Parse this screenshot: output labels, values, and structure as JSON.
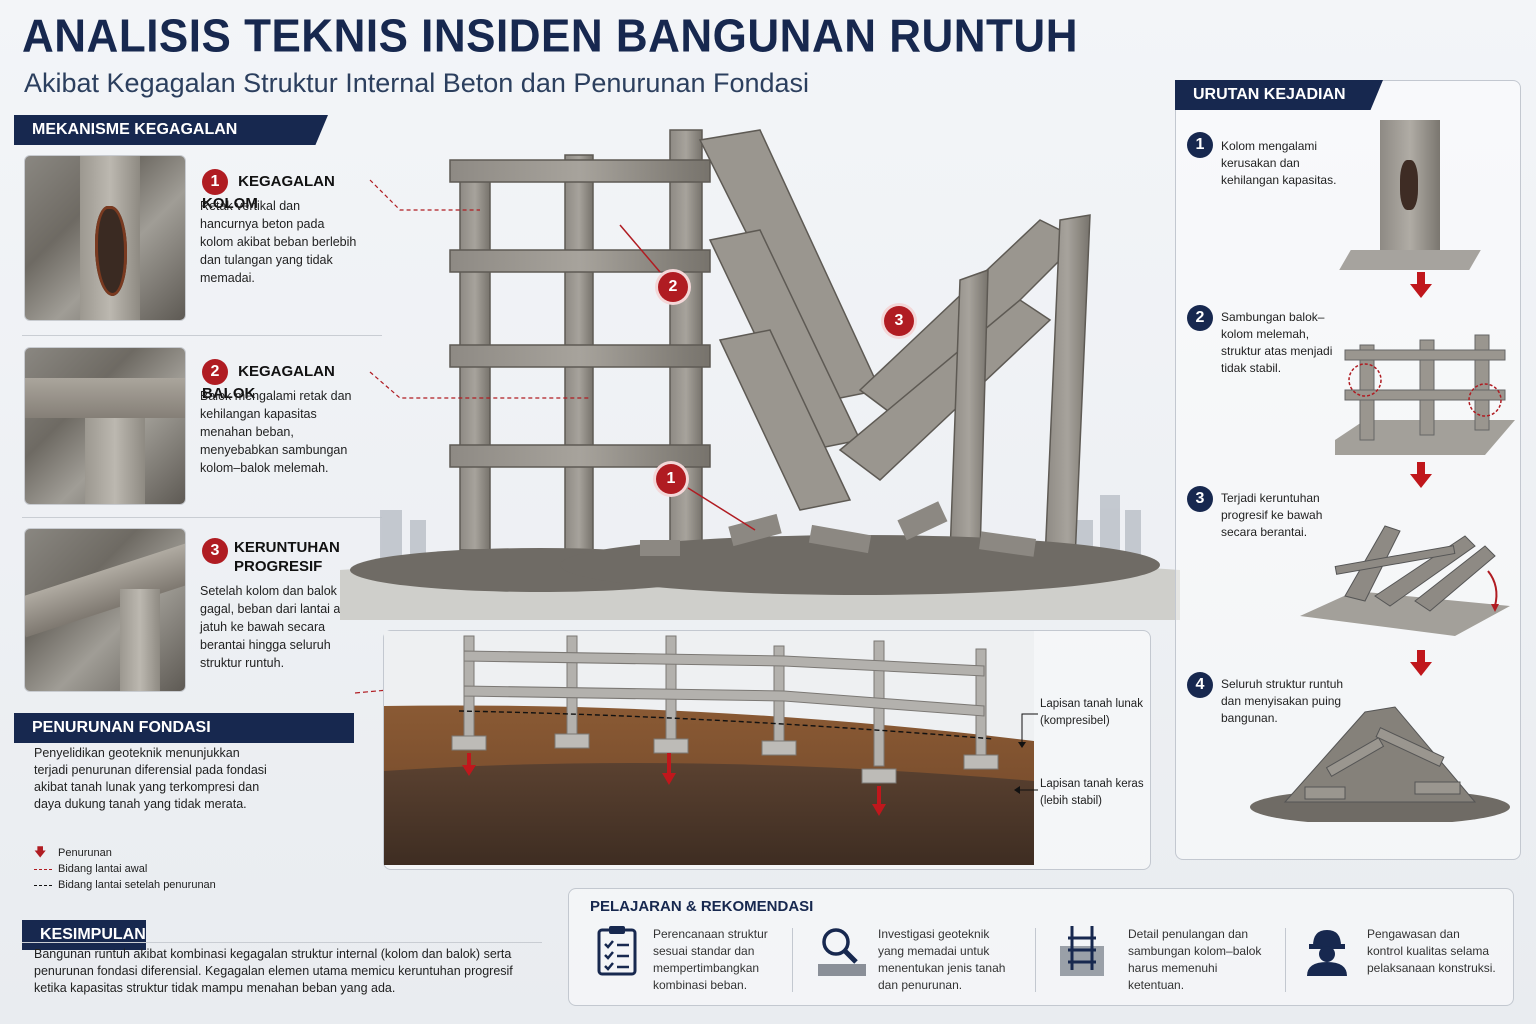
{
  "header": {
    "title": "ANALISIS TEKNIS INSIDEN BANGUNAN RUNTUH",
    "subtitle": "Akibat Kegagalan Struktur Internal Beton dan Penurunan Fondasi"
  },
  "mekanisme": {
    "header": "MEKANISME KEGAGALAN",
    "items": [
      {
        "num": "1",
        "title": "KEGAGALAN KOLOM",
        "desc": "Retak vertikal dan hancurnya beton pada kolom akibat beban berlebih dan tulangan yang tidak memadai."
      },
      {
        "num": "2",
        "title": "KEGAGALAN BALOK",
        "desc": "Balok mengalami retak dan kehilangan kapasitas menahan beban, menyebabkan sambungan kolom–balok melemah."
      },
      {
        "num": "3",
        "title": "KERUNTUHAN PROGRESIF",
        "desc": "Setelah kolom dan balok gagal, beban dari lantai atas jatuh ke bawah secara berantai hingga seluruh struktur runtuh."
      }
    ]
  },
  "building_markers": [
    "1",
    "2",
    "3"
  ],
  "fondasi": {
    "header": "PENURUNAN FONDASI",
    "desc": "Penyelidikan geoteknik menunjukkan terjadi penurunan diferensial pada fondasi akibat tanah lunak yang terkompresi dan daya dukung tanah yang tidak merata.",
    "legend": {
      "settlement": "Penurunan",
      "initial_floor": "Bidang lantai awal",
      "after_floor": "Bidang lantai setelah penurunan"
    },
    "soft_layer": "Lapisan tanah lunak (kompresibel)",
    "hard_layer": "Lapisan tanah keras (lebih stabil)"
  },
  "urutan": {
    "header": "URUTAN KEJADIAN",
    "steps": [
      {
        "num": "1",
        "text": "Kolom mengalami kerusakan dan kehilangan kapasitas."
      },
      {
        "num": "2",
        "text": "Sambungan balok–kolom melemah, struktur atas menjadi tidak stabil."
      },
      {
        "num": "3",
        "text": "Terjadi keruntuhan progresif ke bawah secara berantai."
      },
      {
        "num": "4",
        "text": "Seluruh struktur runtuh dan menyisakan puing bangunan."
      }
    ]
  },
  "kesimpulan": {
    "header": "KESIMPULAN",
    "text": "Bangunan runtuh akibat kombinasi kegagalan struktur internal (kolom dan balok) serta penurunan fondasi diferensial. Kegagalan elemen utama memicu keruntuhan progresif ketika kapasitas struktur tidak mampu menahan beban yang ada."
  },
  "rekomendasi": {
    "header": "PELAJARAN & REKOMENDASI",
    "items": [
      {
        "icon": "clipboard-checklist-icon",
        "text": "Perencanaan struktur sesuai standar dan mempertimbangkan kombinasi beban."
      },
      {
        "icon": "magnifier-soil-icon",
        "text": "Investigasi geoteknik yang memadai untuk menentukan jenis tanah dan penurunan."
      },
      {
        "icon": "rebar-detail-icon",
        "text": "Detail penulangan dan sambungan kolom–balok harus memenuhi ketentuan."
      },
      {
        "icon": "worker-helmet-icon",
        "text": "Pengawasan dan kontrol kualitas selama pelaksanaan konstruksi."
      }
    ]
  },
  "colors": {
    "navy": "#17284f",
    "red": "#b01c22",
    "soil_top": "#7a4a2a",
    "soil_bottom": "#4a3526"
  }
}
